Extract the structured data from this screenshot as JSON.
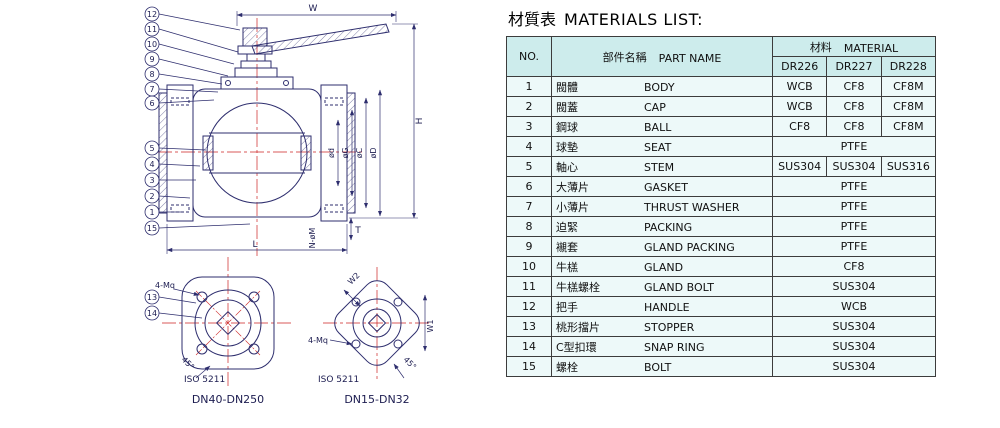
{
  "title": {
    "cn": "材質表",
    "en": "MATERIALS LIST:"
  },
  "table": {
    "headers": {
      "no": "NO.",
      "part_cn": "部件名稱",
      "part_en": "PART NAME",
      "material_cn": "材料",
      "material_en": "MATERIAL",
      "grades": [
        "DR226",
        "DR227",
        "DR228"
      ]
    },
    "rows": [
      {
        "no": "1",
        "cn": "閥體",
        "en": "BODY",
        "materials": [
          "WCB",
          "CF8",
          "CF8M"
        ]
      },
      {
        "no": "2",
        "cn": "閥蓋",
        "en": "CAP",
        "materials": [
          "WCB",
          "CF8",
          "CF8M"
        ]
      },
      {
        "no": "3",
        "cn": "鋼球",
        "en": "BALL",
        "materials": [
          "CF8",
          "CF8",
          "CF8M"
        ]
      },
      {
        "no": "4",
        "cn": "球墊",
        "en": "SEAT",
        "materials": [
          "PTFE"
        ]
      },
      {
        "no": "5",
        "cn": "軸心",
        "en": "STEM",
        "materials": [
          "SUS304",
          "SUS304",
          "SUS316"
        ]
      },
      {
        "no": "6",
        "cn": "大薄片",
        "en": "GASKET",
        "materials": [
          "PTFE"
        ]
      },
      {
        "no": "7",
        "cn": "小薄片",
        "en": "THRUST WASHER",
        "materials": [
          "PTFE"
        ]
      },
      {
        "no": "8",
        "cn": "迫緊",
        "en": "PACKING",
        "materials": [
          "PTFE"
        ]
      },
      {
        "no": "9",
        "cn": "襯套",
        "en": "GLAND PACKING",
        "materials": [
          "PTFE"
        ]
      },
      {
        "no": "10",
        "cn": "牛榚",
        "en": "GLAND",
        "materials": [
          "CF8"
        ]
      },
      {
        "no": "11",
        "cn": "牛榚螺栓",
        "en": "GLAND BOLT",
        "materials": [
          "SUS304"
        ]
      },
      {
        "no": "12",
        "cn": "把手",
        "en": "HANDLE",
        "materials": [
          "WCB"
        ]
      },
      {
        "no": "13",
        "cn": "桃形擋片",
        "en": "STOPPER",
        "materials": [
          "SUS304"
        ]
      },
      {
        "no": "14",
        "cn": "C型扣環",
        "en": "SNAP RING",
        "materials": [
          "SUS304"
        ]
      },
      {
        "no": "15",
        "cn": "螺栓",
        "en": "BOLT",
        "materials": [
          "SUS304"
        ]
      }
    ]
  },
  "diagram": {
    "dims": {
      "w": "W",
      "h": "H",
      "l": "L",
      "t": "T",
      "n_m": "N-øM",
      "d_small": "ød",
      "d_g": "øG",
      "d_c": "øC",
      "d_d": "øD",
      "w1": "W1",
      "w2": "W2"
    },
    "callouts_main": [
      "12",
      "11",
      "10",
      "9",
      "8",
      "7",
      "6",
      "5",
      "4",
      "3",
      "2",
      "1",
      "15"
    ],
    "callouts_bottom": [
      "13",
      "14"
    ],
    "left_view": {
      "bolts": "4-Mq",
      "angle": "45°",
      "iso": "ISO 5211",
      "range": "DN40-DN250"
    },
    "right_view": {
      "bolts": "4-Mq",
      "angle": "45°",
      "iso": "ISO 5211",
      "range": "DN15-DN32"
    }
  },
  "colors": {
    "line": "#2e2e6e",
    "centerline": "#cc2222",
    "header_bg": "#cdecec",
    "cell_bg": "#edf9f9"
  }
}
